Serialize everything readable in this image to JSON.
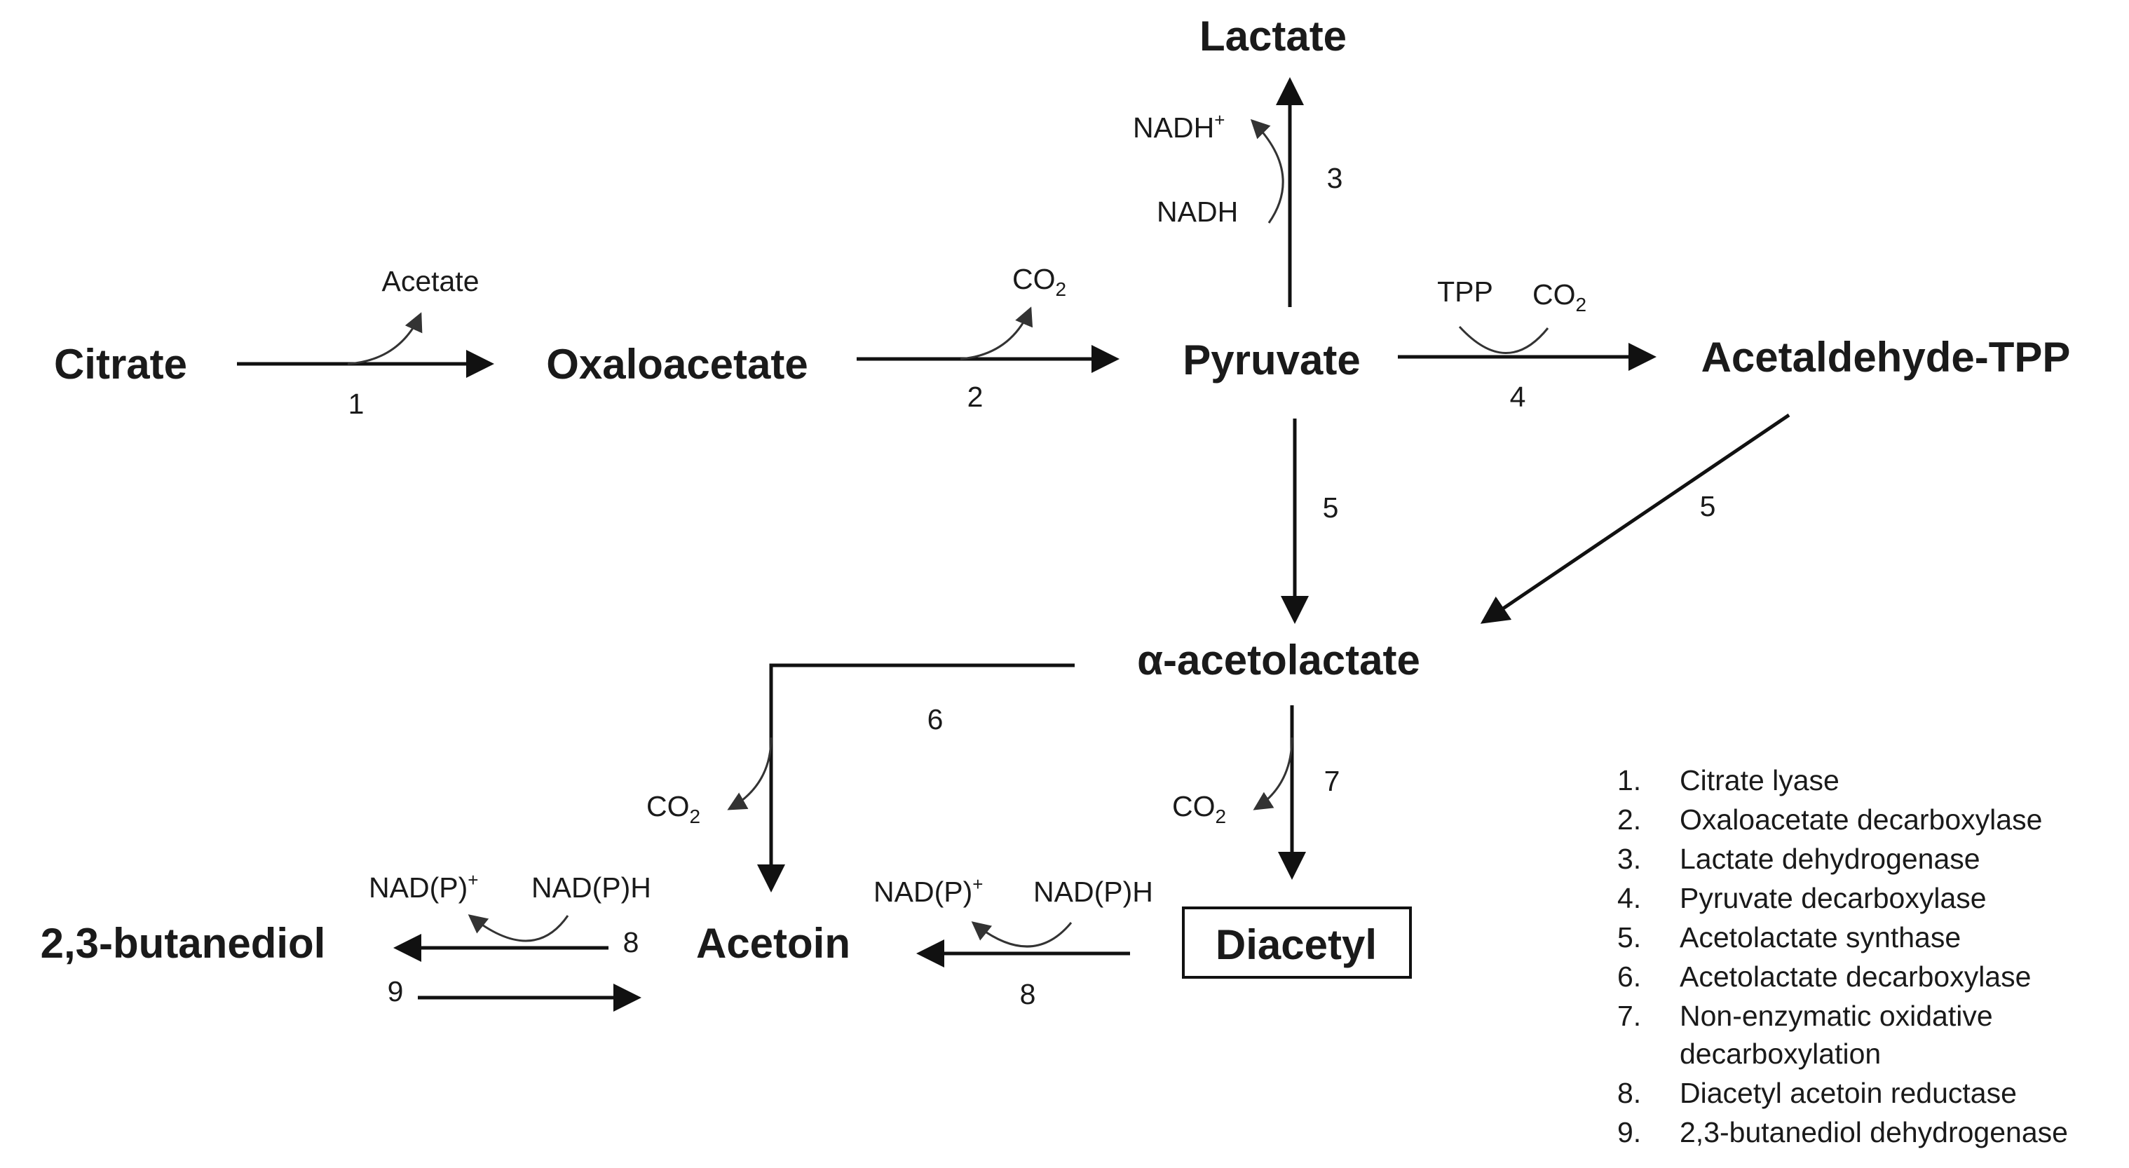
{
  "nodes": {
    "citrate": "Citrate",
    "oxaloacetate": "Oxaloacetate",
    "pyruvate": "Pyruvate",
    "lactate": "Lactate",
    "acetaldehyde_tpp": "Acetaldehyde-TPP",
    "acetolactate": "α-acetolactate",
    "acetoin": "Acetoin",
    "diacetyl": "Diacetyl",
    "butanediol": "2,3-butanediol"
  },
  "cofactors": {
    "acetate": "Acetate",
    "co2": "CO",
    "co2_sub": "2",
    "nadh_plus": "NADH",
    "plus": "+",
    "nadh": "NADH",
    "tpp": "TPP",
    "nadp_plus": "NAD(P)",
    "nadph": "NAD(P)H"
  },
  "step_numbers": [
    "1",
    "2",
    "3",
    "4",
    "5",
    "5",
    "6",
    "7",
    "8",
    "8",
    "9"
  ],
  "legend": {
    "numbers": [
      "1.",
      "2.",
      "3.",
      "4.",
      "5.",
      "6.",
      "7.",
      "8.",
      "9."
    ],
    "items": [
      "Citrate lyase",
      "Oxaloacetate decarboxylase",
      "Lactate dehydrogenase",
      "Pyruvate decarboxylase",
      "Acetolactate synthase",
      "Acetolactate decarboxylase",
      "Non-enzymatic oxidative",
      "Diacetyl acetoin reductase",
      "2,3-butanediol dehydrogenase"
    ],
    "item7_line2": "decarboxylation"
  }
}
